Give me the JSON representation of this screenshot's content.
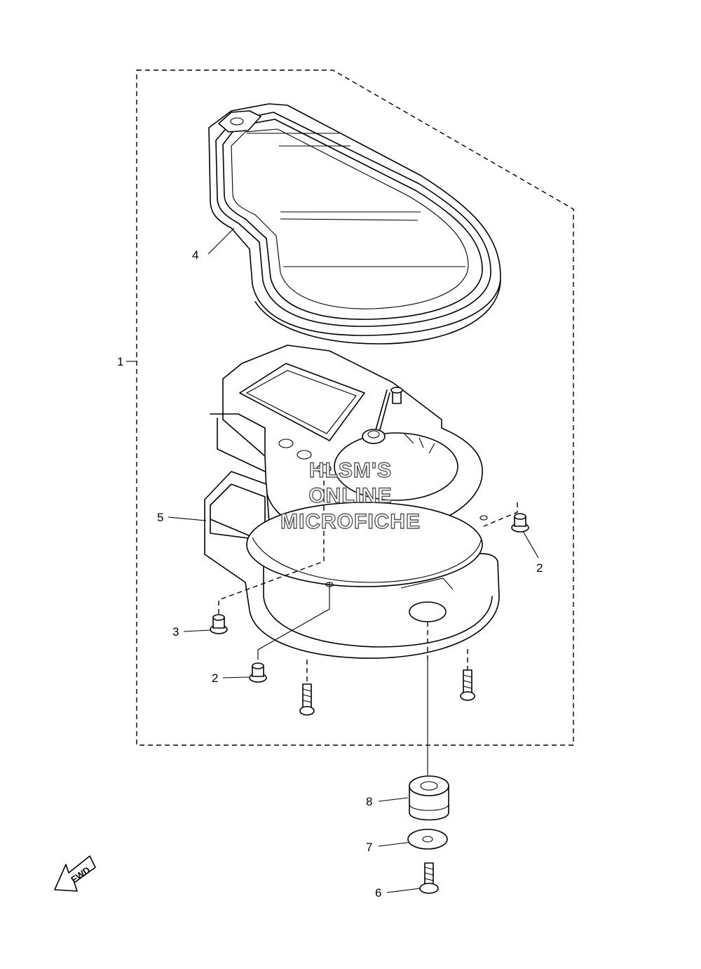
{
  "callouts": [
    {
      "id": "c1",
      "text": "1"
    },
    {
      "id": "c2a",
      "text": "2"
    },
    {
      "id": "c2b",
      "text": "2"
    },
    {
      "id": "c3",
      "text": "3"
    },
    {
      "id": "c4",
      "text": "4"
    },
    {
      "id": "c5",
      "text": "5"
    },
    {
      "id": "c6",
      "text": "6"
    },
    {
      "id": "c7",
      "text": "7"
    },
    {
      "id": "c8",
      "text": "8"
    }
  ],
  "watermark": {
    "line1": "HLSM'S",
    "line2": "ONLINE",
    "line3": "MICROFICHE"
  },
  "direction_badge": {
    "text": "FWD"
  },
  "colors": {
    "line": "#000000",
    "background": "#ffffff",
    "watermark_outline": "#555555"
  }
}
